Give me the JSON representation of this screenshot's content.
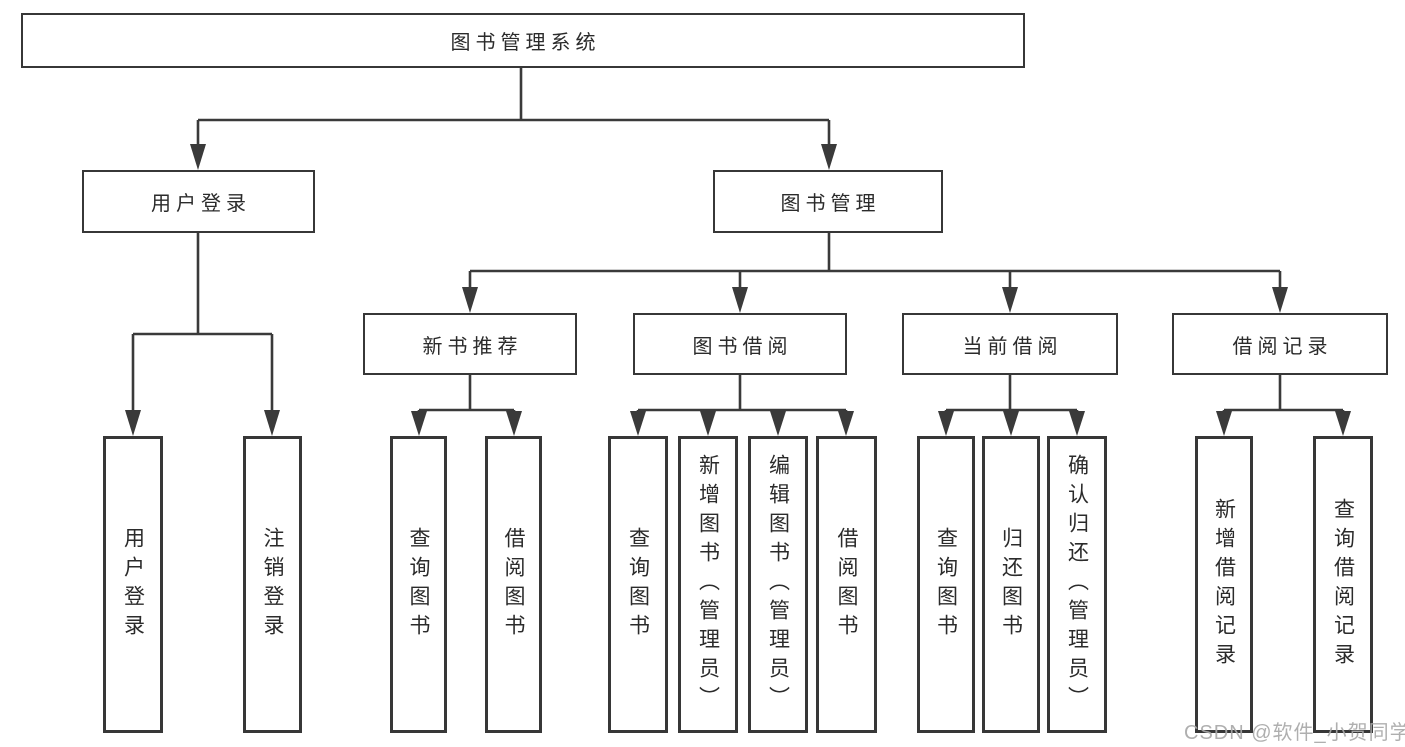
{
  "diagram": {
    "tree": {
      "root": {
        "label": "图书管理系统"
      },
      "level2": [
        {
          "label": "用户登录",
          "children": [
            {
              "label": "用户登录"
            },
            {
              "label": "注销登录"
            }
          ]
        },
        {
          "label": "图书管理",
          "children": [
            {
              "label": "新书推荐",
              "children": [
                {
                  "label": "查询图书"
                },
                {
                  "label": "借阅图书"
                }
              ]
            },
            {
              "label": "图书借阅",
              "children": [
                {
                  "label": "查询图书"
                },
                {
                  "label": "新增图书（管理员）"
                },
                {
                  "label": "编辑图书（管理员）"
                },
                {
                  "label": "借阅图书"
                }
              ]
            },
            {
              "label": "当前借阅",
              "children": [
                {
                  "label": "查询图书"
                },
                {
                  "label": "归还图书"
                },
                {
                  "label": "确认归还（管理员）"
                }
              ]
            },
            {
              "label": "借阅记录",
              "children": [
                {
                  "label": "新增借阅记录"
                },
                {
                  "label": "查询借阅记录"
                }
              ]
            }
          ]
        }
      ]
    }
  },
  "watermark": {
    "text": "CSDN @软件_小贺同学"
  },
  "colors": {
    "line": "#3a3a3a",
    "box_border": "#373737",
    "text": "#2b2b2b",
    "background": "#ffffff",
    "watermark": "#a9a9a9"
  }
}
